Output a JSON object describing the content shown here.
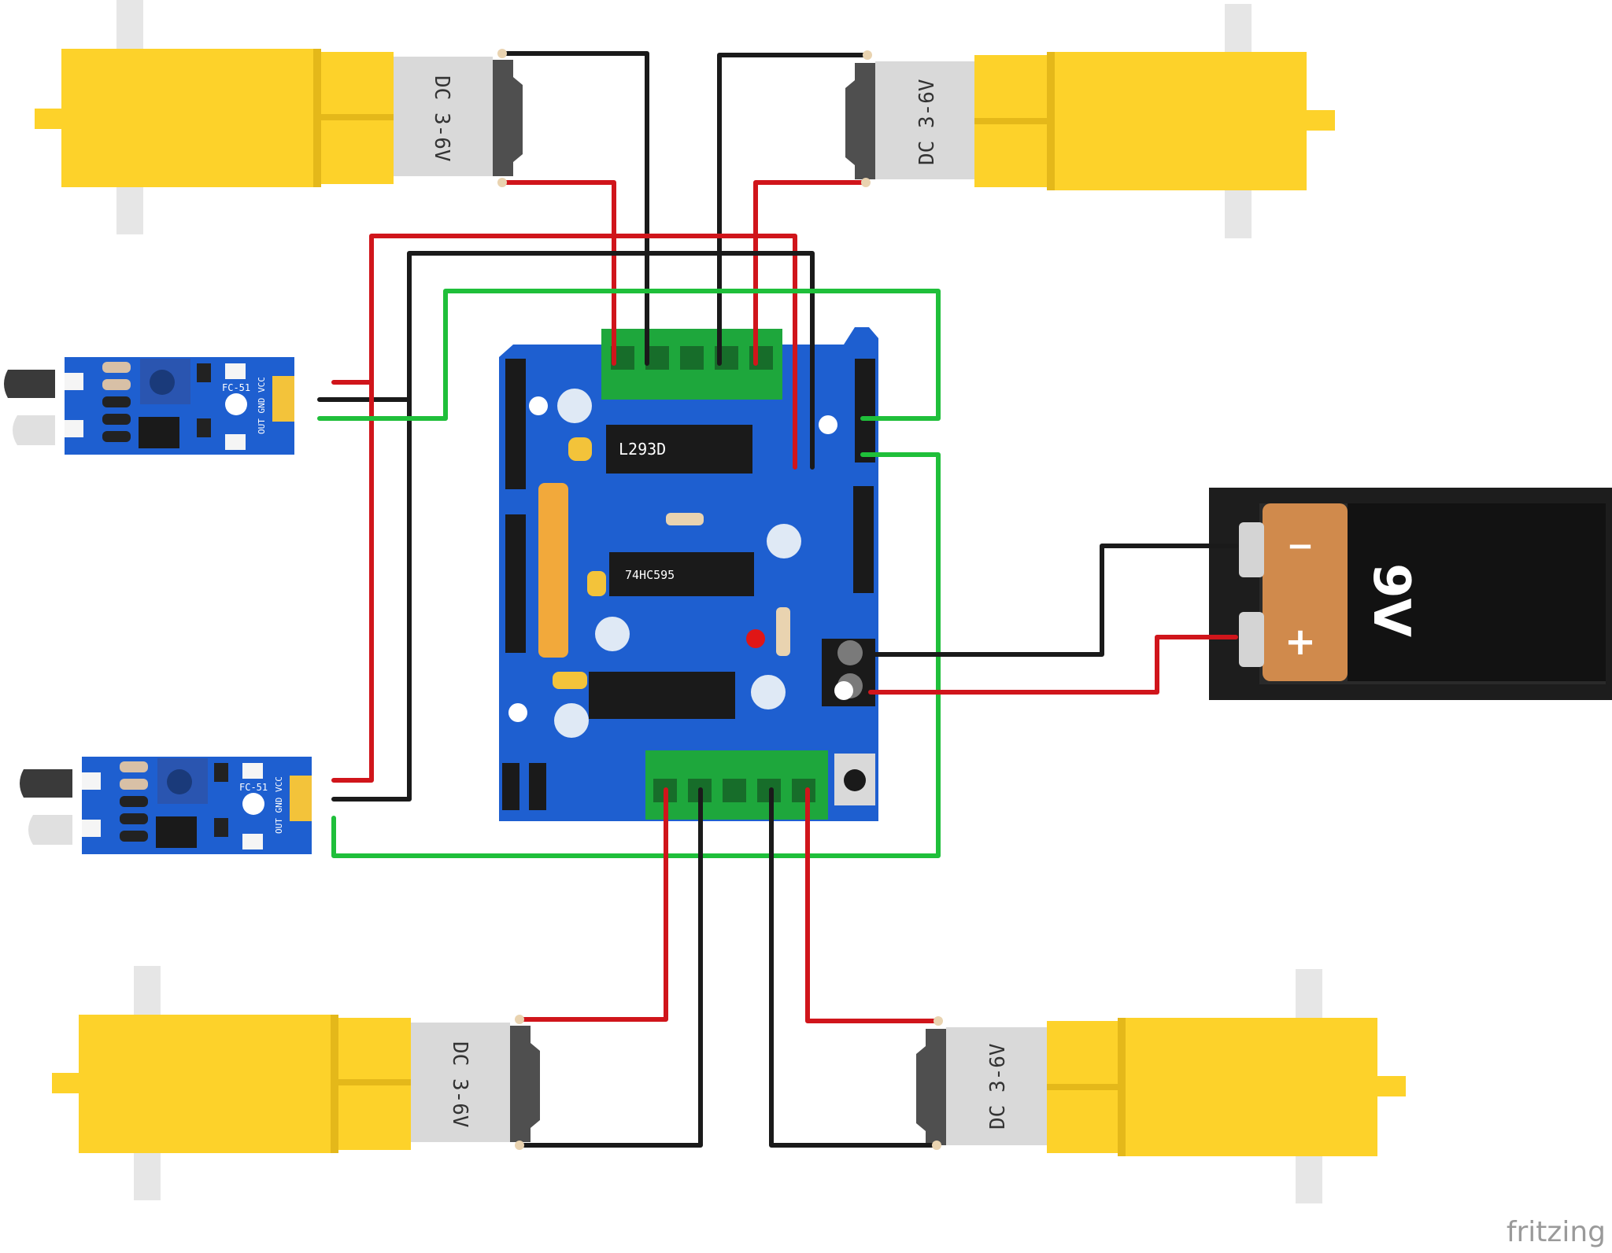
{
  "diagram": {
    "motors": [
      {
        "id": "motor-top-left",
        "label": "DC 3-6V"
      },
      {
        "id": "motor-top-right",
        "label": "DC 3-6V"
      },
      {
        "id": "motor-bottom-left",
        "label": "DC 3-6V"
      },
      {
        "id": "motor-bottom-right",
        "label": "DC 3-6V"
      }
    ],
    "sensors": [
      {
        "model": "FC-51",
        "pins": "OUT GND VCC"
      },
      {
        "model": "FC-51",
        "pins": "OUT GND VCC"
      }
    ],
    "shield": {
      "chip1": "L293D",
      "chip2": "74HC595"
    },
    "battery": {
      "minus": "−",
      "plus": "+",
      "label": "9V"
    },
    "watermark": "fritzing",
    "colors": {
      "wire_red": "#d0151b",
      "wire_black": "#1a1a1a",
      "wire_green": "#1fbf3a",
      "board": "#1e5fd0",
      "motor_yellow": "#fdd22a",
      "terminal_green": "#1ea73c",
      "battery_body": "#1d1d1d",
      "battery_cell": "#d08a4c"
    }
  }
}
